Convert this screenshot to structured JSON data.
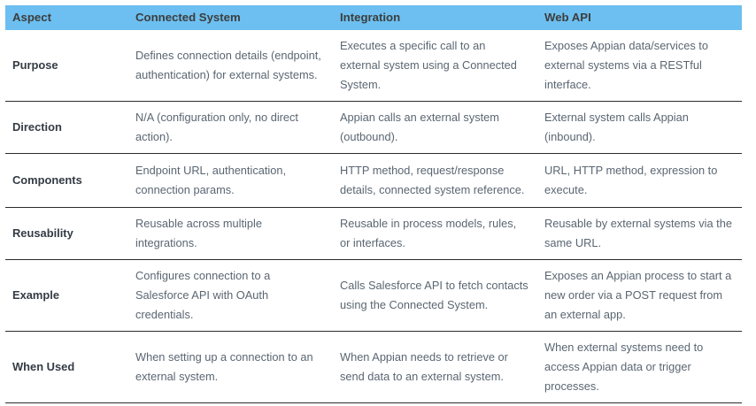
{
  "table": {
    "accent_color": "#6cbff0",
    "rule_color": "#2b2b2b",
    "body_text_color": "#5a6672",
    "header_text_color": "#3d3d3d",
    "columns": [
      "Aspect",
      "Connected System",
      "Integration",
      "Web API"
    ],
    "rows": [
      {
        "aspect": "Purpose",
        "connected_system": "Defines connection details (endpoint, authentication) for external systems.",
        "integration": "Executes a specific call to an external system using a Connected System.",
        "web_api": "Exposes Appian data/services to external systems via a RESTful interface."
      },
      {
        "aspect": "Direction",
        "connected_system": "N/A (configuration only, no direct action).",
        "integration": "Appian calls an external system (outbound).",
        "web_api": "External system calls Appian (inbound)."
      },
      {
        "aspect": "Components",
        "connected_system": "Endpoint URL, authentication, connection params.",
        "integration": "HTTP method, request/response details, connected system reference.",
        "web_api": "URL, HTTP method, expression to execute."
      },
      {
        "aspect": "Reusability",
        "connected_system": "Reusable across multiple integrations.",
        "integration": "Reusable in process models, rules, or interfaces.",
        "web_api": "Reusable by external systems via the same URL."
      },
      {
        "aspect": "Example",
        "connected_system": "Configures connection to a Salesforce API with OAuth credentials.",
        "integration": "Calls Salesforce API to fetch contacts using the Connected System.",
        "web_api": "Exposes an Appian process to start a new order via a POST request from an external app."
      },
      {
        "aspect": "When Used",
        "connected_system": "When setting up a connection to an external system.",
        "integration": "When Appian needs to retrieve or send data to an external system.",
        "web_api": "When external systems need to access Appian data or trigger processes."
      }
    ]
  }
}
